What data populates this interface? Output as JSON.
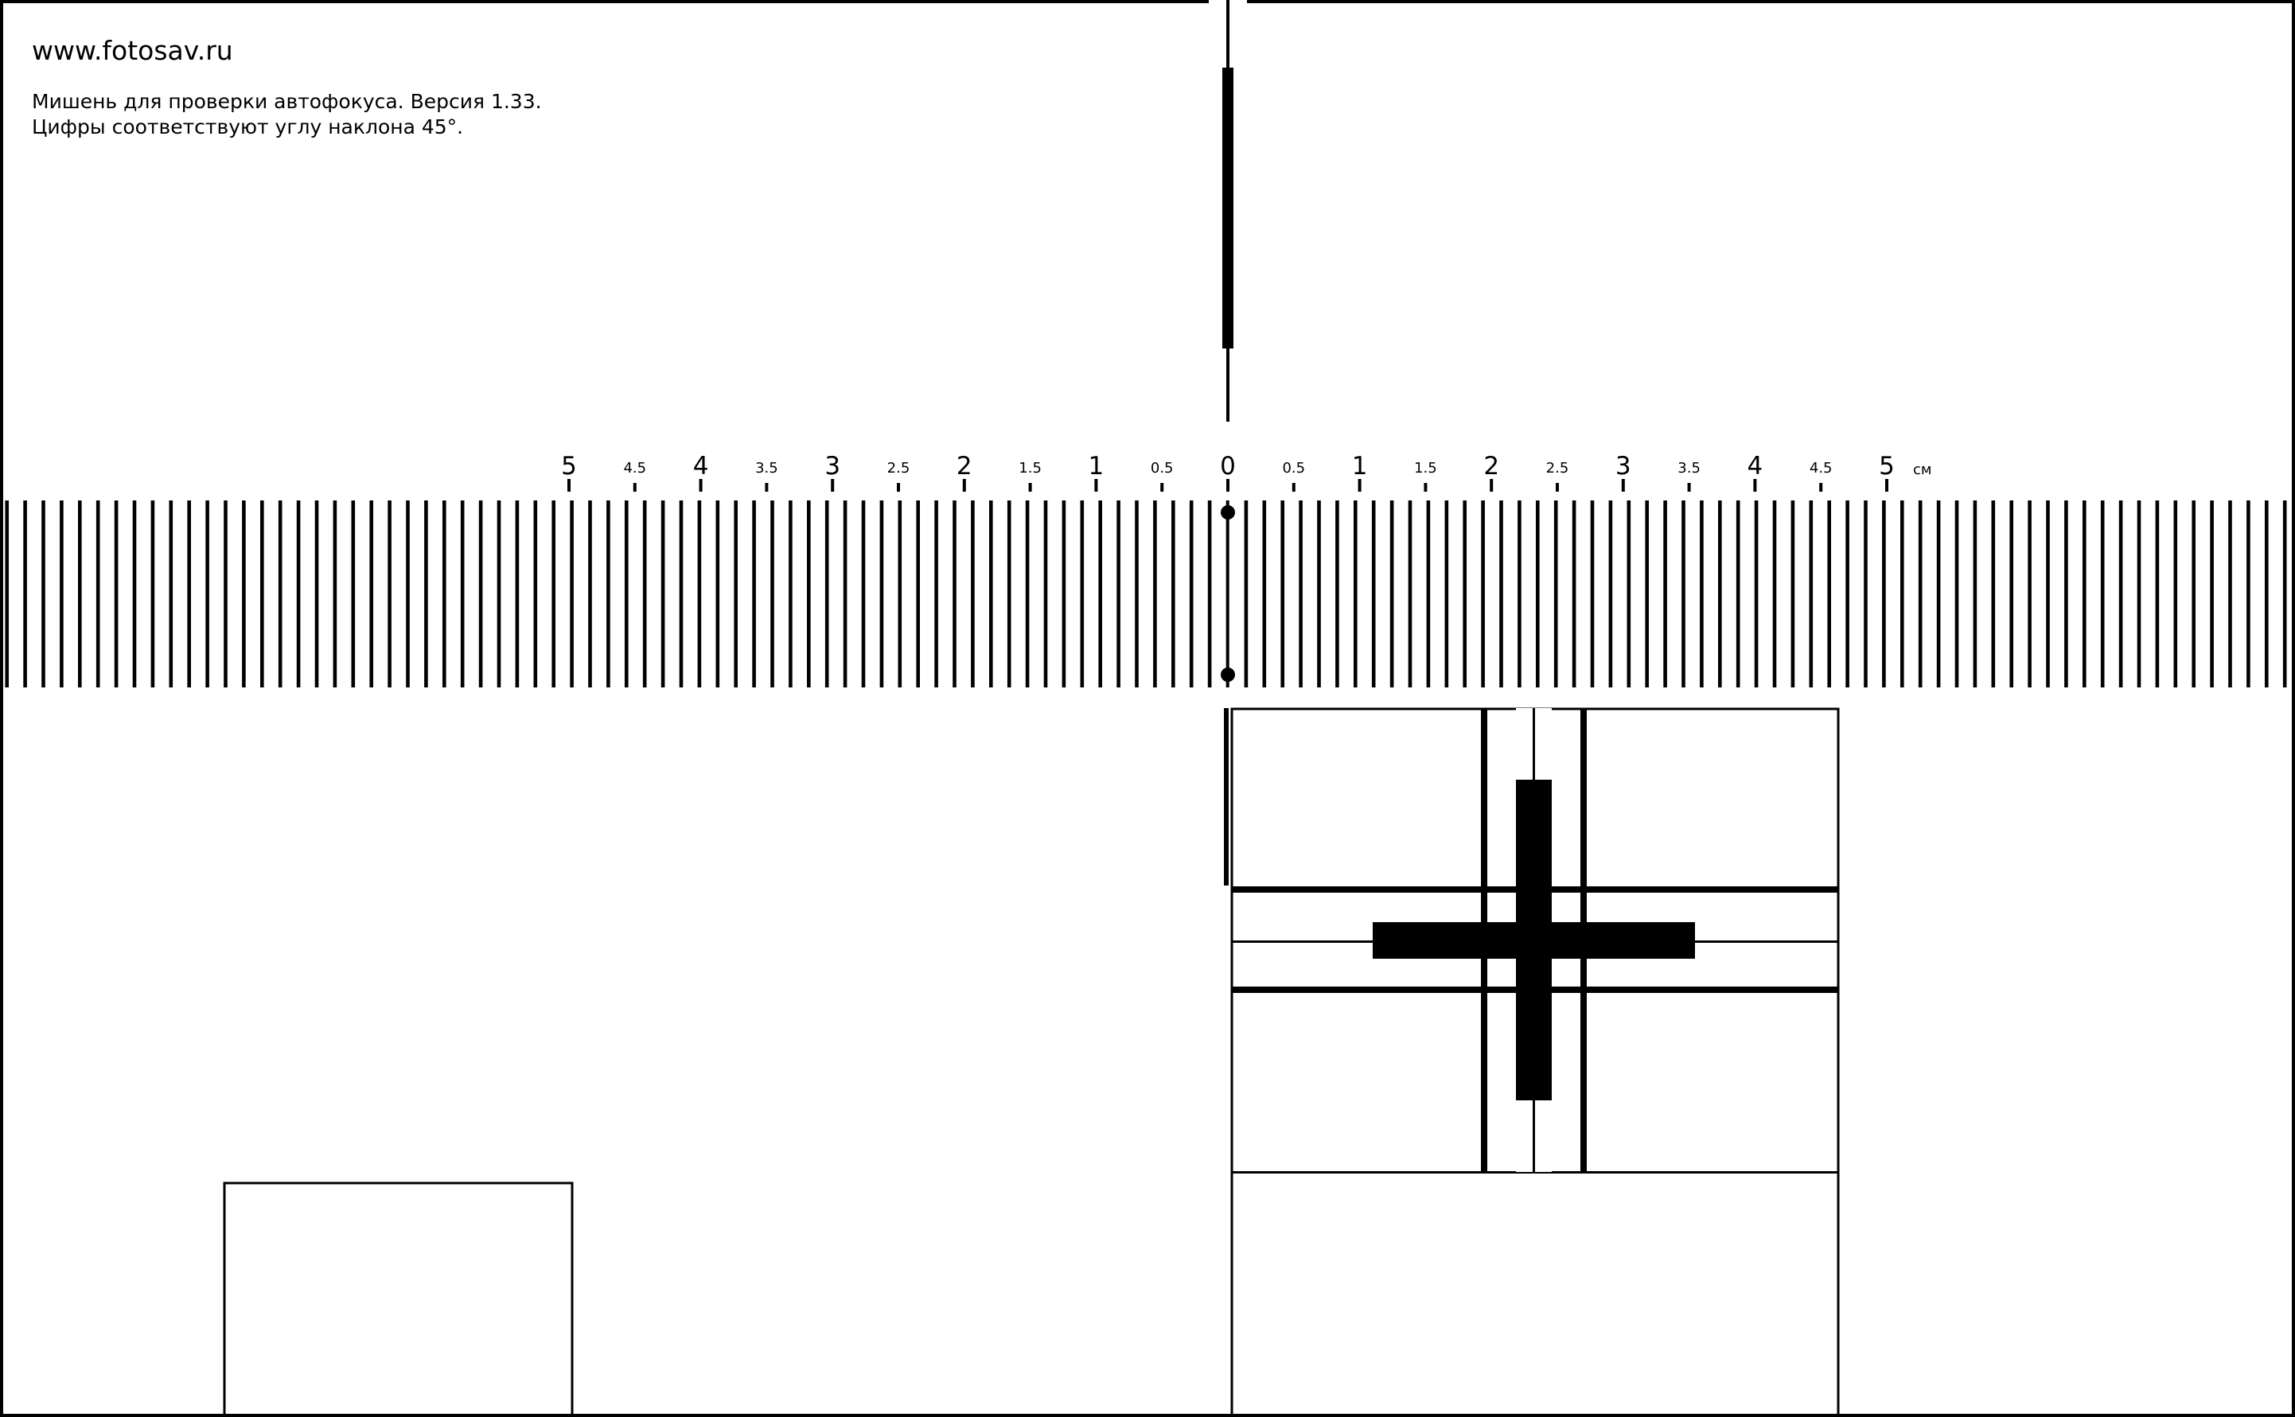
{
  "header": {
    "site": "www.fotosav.ru",
    "line1": "Мишень для проверки автофокуса. Версия 1.33.",
    "line2": "Цифры соответствуют углу наклона 45°."
  },
  "ruler": {
    "unit": "см",
    "left_labels": [
      "5",
      "4.5",
      "4",
      "3.5",
      "3",
      "2.5",
      "2",
      "1.5",
      "1",
      "0.5"
    ],
    "zero": "0",
    "right_labels": [
      "0.5",
      "1",
      "1.5",
      "2",
      "2.5",
      "3",
      "3.5",
      "4",
      "4.5",
      "5"
    ]
  },
  "colors": {
    "ink": "#000000",
    "paper": "#ffffff"
  }
}
